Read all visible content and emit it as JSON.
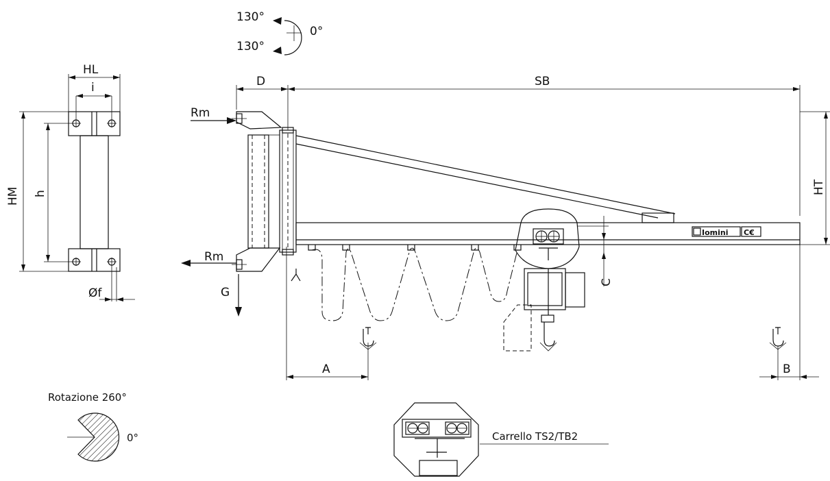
{
  "labels": {
    "rot_top": "130°",
    "rot_bottom": "130°",
    "rot_zero": "0°",
    "HL": "HL",
    "i": "i",
    "HM": "HM",
    "h": "h",
    "phi_f": "Øf",
    "D": "D",
    "SB": "SB",
    "Rm_top": "Rm",
    "Rm_bottom": "Rm",
    "G": "G",
    "HT": "HT",
    "C": "C",
    "A": "A",
    "B": "B",
    "brand": "Iomini",
    "ce_mark": "C€",
    "rotation_title": "Rotazione 260°",
    "rotation_zero": "0°",
    "trolley_label": "Carrello TS2/TB2"
  }
}
